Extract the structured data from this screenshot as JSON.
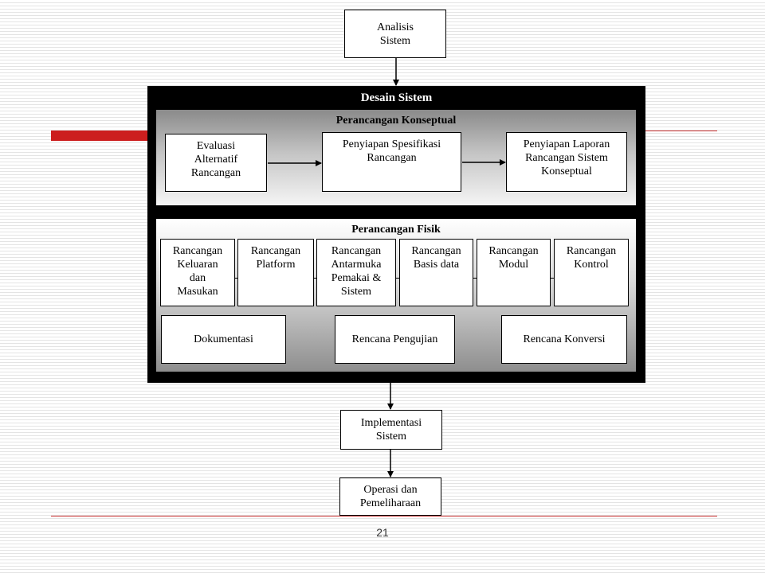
{
  "colors": {
    "accent_red": "#cc1e1e",
    "frame_black": "#000000",
    "footer_rule": "#cc3333"
  },
  "analisis": "Analisis\nSistem",
  "desain": {
    "title": "Desain Sistem",
    "konseptual": {
      "title": "Perancangan Konseptual",
      "evaluasi": "Evaluasi\nAlternatif\nRancangan",
      "spesifikasi": "Penyiapan Spesifikasi\nRancangan",
      "laporan": "Penyiapan Laporan\nRancangan Sistem\nKonseptual"
    },
    "fisik": {
      "title": "Perancangan Fisik",
      "keluaran": "Rancangan\nKeluaran\ndan\nMasukan",
      "platform": "Rancangan\nPlatform",
      "antarmuka": "Rancangan\nAntarmuka\nPemakai &\nSistem",
      "basis_data": "Rancangan\nBasis data",
      "modul": "Rancangan\nModul",
      "kontrol": "Rancangan\nKontrol",
      "dokumentasi": "Dokumentasi",
      "pengujian": "Rencana Pengujian",
      "konversi": "Rencana Konversi"
    }
  },
  "implementasi": "Implementasi\nSistem",
  "operasi": "Operasi dan\nPemeliharaan",
  "page_number": "21"
}
